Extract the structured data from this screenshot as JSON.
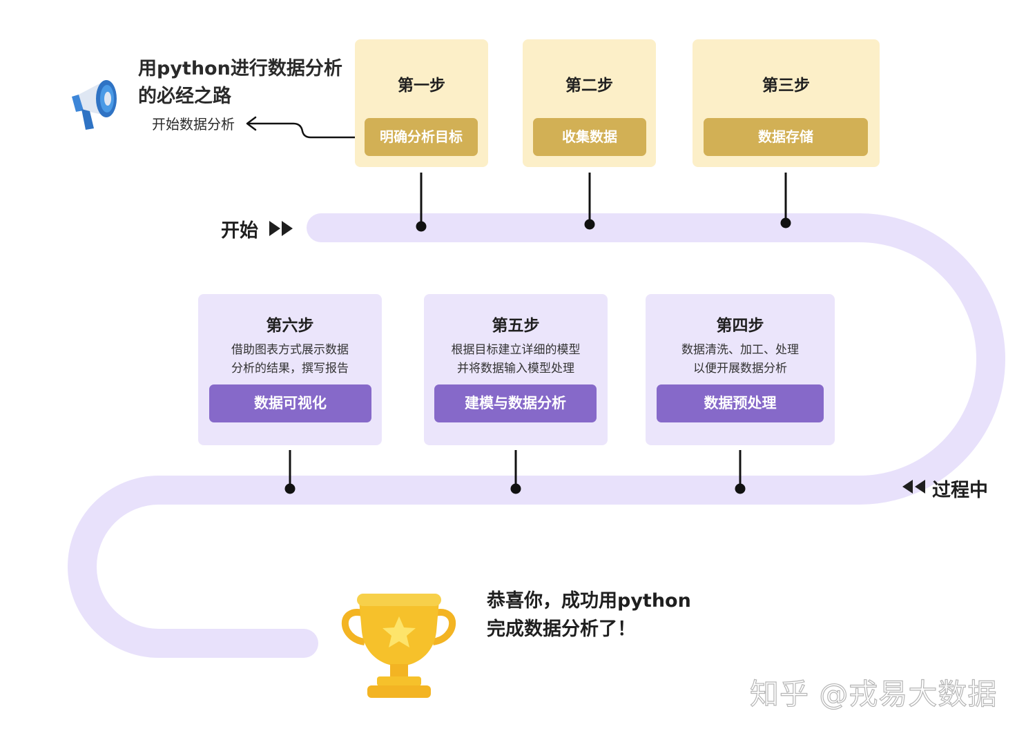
{
  "header": {
    "title": "用python进行数据分析的必经之路",
    "subtitle": "开始数据分析"
  },
  "road_labels": {
    "start": "开始",
    "in_progress": "过程中"
  },
  "steps": [
    {
      "title": "第一步",
      "action": "明确分析目标",
      "desc": ""
    },
    {
      "title": "第二步",
      "action": "收集数据",
      "desc": ""
    },
    {
      "title": "第三步",
      "action": "数据存储",
      "desc": ""
    },
    {
      "title": "第四步",
      "action": "数据预处理",
      "desc_lines": [
        "数据清洗、加工、处理",
        "以便开展数据分析"
      ]
    },
    {
      "title": "第五步",
      "action": "建模与数据分析",
      "desc_lines": [
        "根据目标建立详细的模型",
        "并将数据输入模型处理"
      ]
    },
    {
      "title": "第六步",
      "action": "数据可视化",
      "desc_lines": [
        "借助图表方式展示数据",
        "分析的结果，撰写报告"
      ]
    }
  ],
  "congrats": {
    "line1": "恭喜你，成功用python",
    "line2": "完成数据分析了！"
  },
  "watermark": "知乎 @戎易大数据",
  "icons": [
    "megaphone-icon",
    "fast-forward-icon",
    "rewind-icon",
    "trophy-icon",
    "star-icon",
    "arrow-left-icon"
  ],
  "colors": {
    "road": "#e8e1fb",
    "top_box": "#fcefc8",
    "top_button": "#d2b055",
    "mid_box": "#ebe5fb",
    "mid_button": "#8669c9"
  }
}
